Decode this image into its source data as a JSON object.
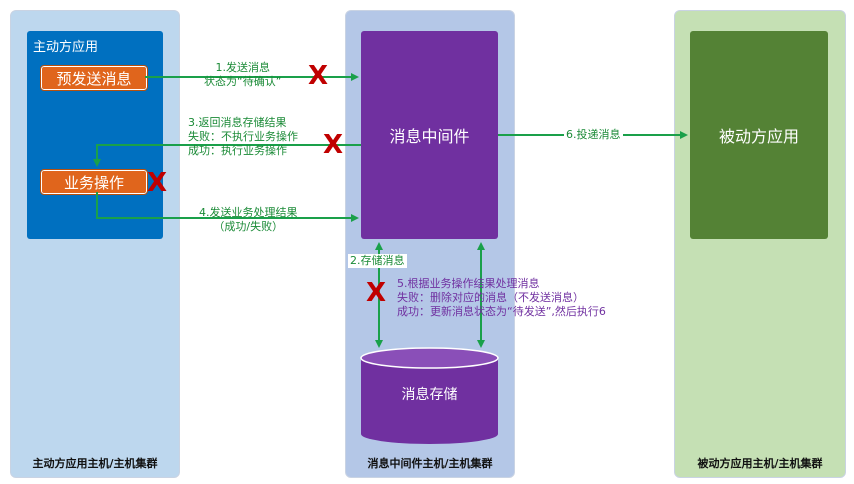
{
  "panels": {
    "left_label": "主动方应用主机/主机集群",
    "middle_label": "消息中间件主机/主机集群",
    "right_label": "被动方应用主机/主机集群"
  },
  "boxes": {
    "active_app": "主动方应用",
    "pre_send": "预发送消息",
    "business_op": "业务操作",
    "middleware": "消息中间件",
    "passive_app": "被动方应用",
    "storage": "消息存储"
  },
  "edges": {
    "send_msg_line1": "1.发送消息",
    "send_msg_line2": "状态为“待确认”",
    "return_line1": "3.返回消息存储结果",
    "return_line2": "失败：不执行业务操作",
    "return_line3": "成功：执行业务操作",
    "send_result_line1": "4.发送业务处理结果",
    "send_result_line2": "（成功/失败）",
    "store_msg": "2.存储消息",
    "deliver": "6.投递消息",
    "process_line1": "5.根据业务操作结果处理消息",
    "process_line2": "失败：删除对应的消息（不发送消息）",
    "process_line3": "成功：更新消息状态为“待发送”,然后执行6"
  },
  "x_mark": "X",
  "colors": {
    "left_panel": "#bdd7ee",
    "middle_panel": "#b4c7e7",
    "right_panel": "#c5e0b4",
    "active_app": "#0070c0",
    "middleware": "#7030a0",
    "passive_app": "#548235",
    "orange": "#e0651c",
    "arrow_green": "#1aa04a",
    "x_red": "#c00000"
  }
}
